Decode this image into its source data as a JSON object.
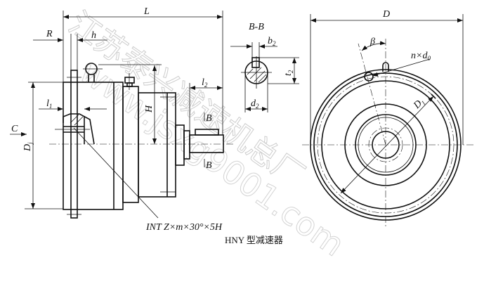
{
  "title": "HNY 型减速器",
  "spline_spec": "INT Z×m×30°×5H",
  "section_label": "B-B",
  "labels": {
    "L": "L",
    "R": "R",
    "h": "h",
    "H": "H",
    "C": "C",
    "B_top": "B",
    "B_bottom": "B",
    "D": "D",
    "beta": "β",
    "l1": {
      "base": "l",
      "sub": "1"
    },
    "l2": {
      "base": "l",
      "sub": "2"
    },
    "Dj": {
      "base": "D",
      "sub": "j"
    },
    "b2": {
      "base": "b",
      "sub": "2"
    },
    "t2": {
      "base": "t",
      "sub": "2"
    },
    "d2": {
      "base": "d",
      "sub": "2"
    },
    "D1": {
      "base": "D",
      "sub": "1"
    },
    "n_d0": {
      "base": "n×d",
      "sub": "0"
    }
  },
  "watermark": {
    "company": "江苏泰兴减速机总厂",
    "url": "www.jsxg9001.com"
  }
}
